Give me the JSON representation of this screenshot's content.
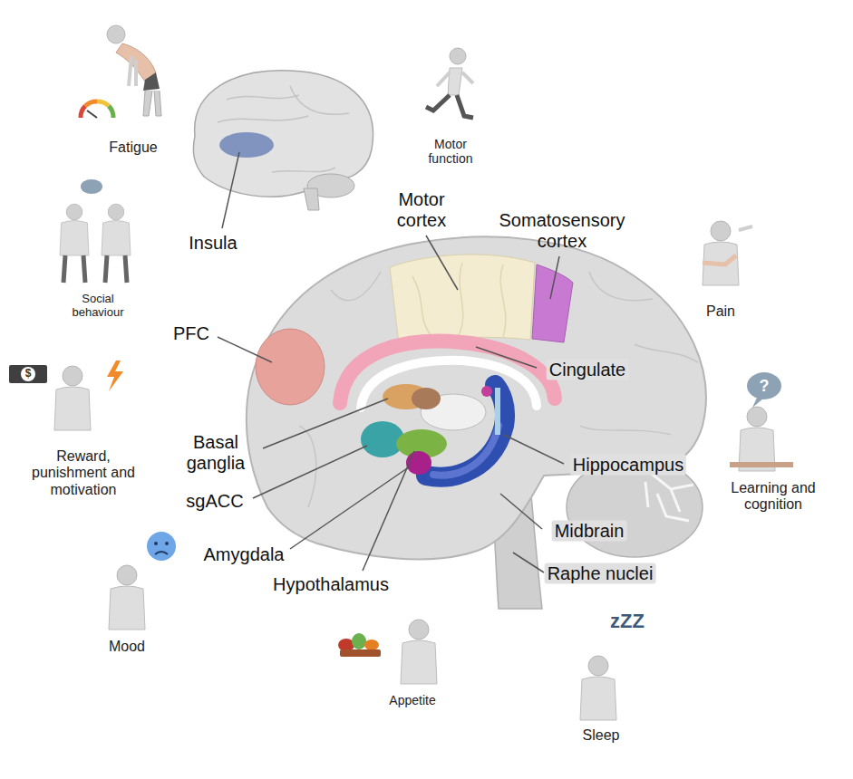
{
  "diagram": {
    "labels": [
      "Fatigue",
      "Motor function",
      "Insula",
      "Motor cortex",
      "Somatosensory cortex",
      "Social behaviour",
      "Pain",
      "PFC",
      "Cingulate",
      "Reward, punishment and motivation",
      "$",
      "?",
      "Basal ganglia",
      "Hippocampus",
      "Learning and cognition",
      "sgACC",
      "Midbrain",
      "Amygdala",
      "Raphe nuclei",
      "Hypothalamus",
      "Mood",
      "zZZ",
      "Appetite",
      "Sleep"
    ]
  }
}
